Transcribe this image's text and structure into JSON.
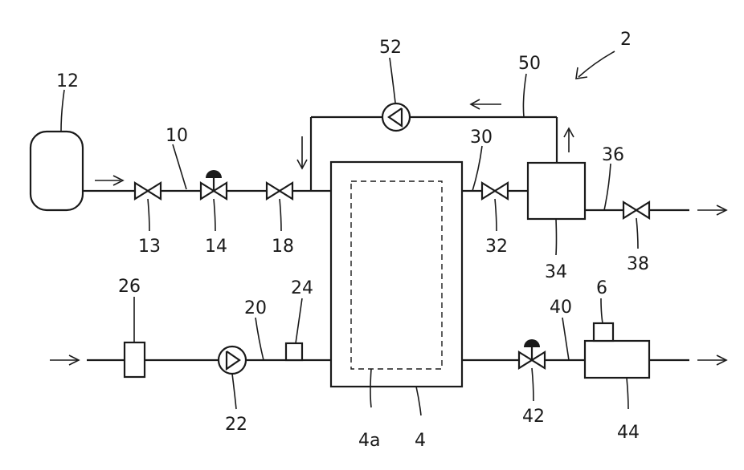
{
  "labels": {
    "system": "2",
    "tank": "12",
    "line_supply": "10",
    "valve_13": "13",
    "valve_14": "14",
    "valve_18": "18",
    "pump_52": "52",
    "line_return": "50",
    "line_30": "30",
    "valve_32": "32",
    "separator": "34",
    "line_36": "36",
    "valve_38": "38",
    "filter_26": "26",
    "line_20": "20",
    "sensor_24": "24",
    "pump_22": "22",
    "vessel_inner": "4a",
    "vessel": "4",
    "line_40": "40",
    "valve_42": "42",
    "sensor_6": "6",
    "unit_44": "44"
  }
}
